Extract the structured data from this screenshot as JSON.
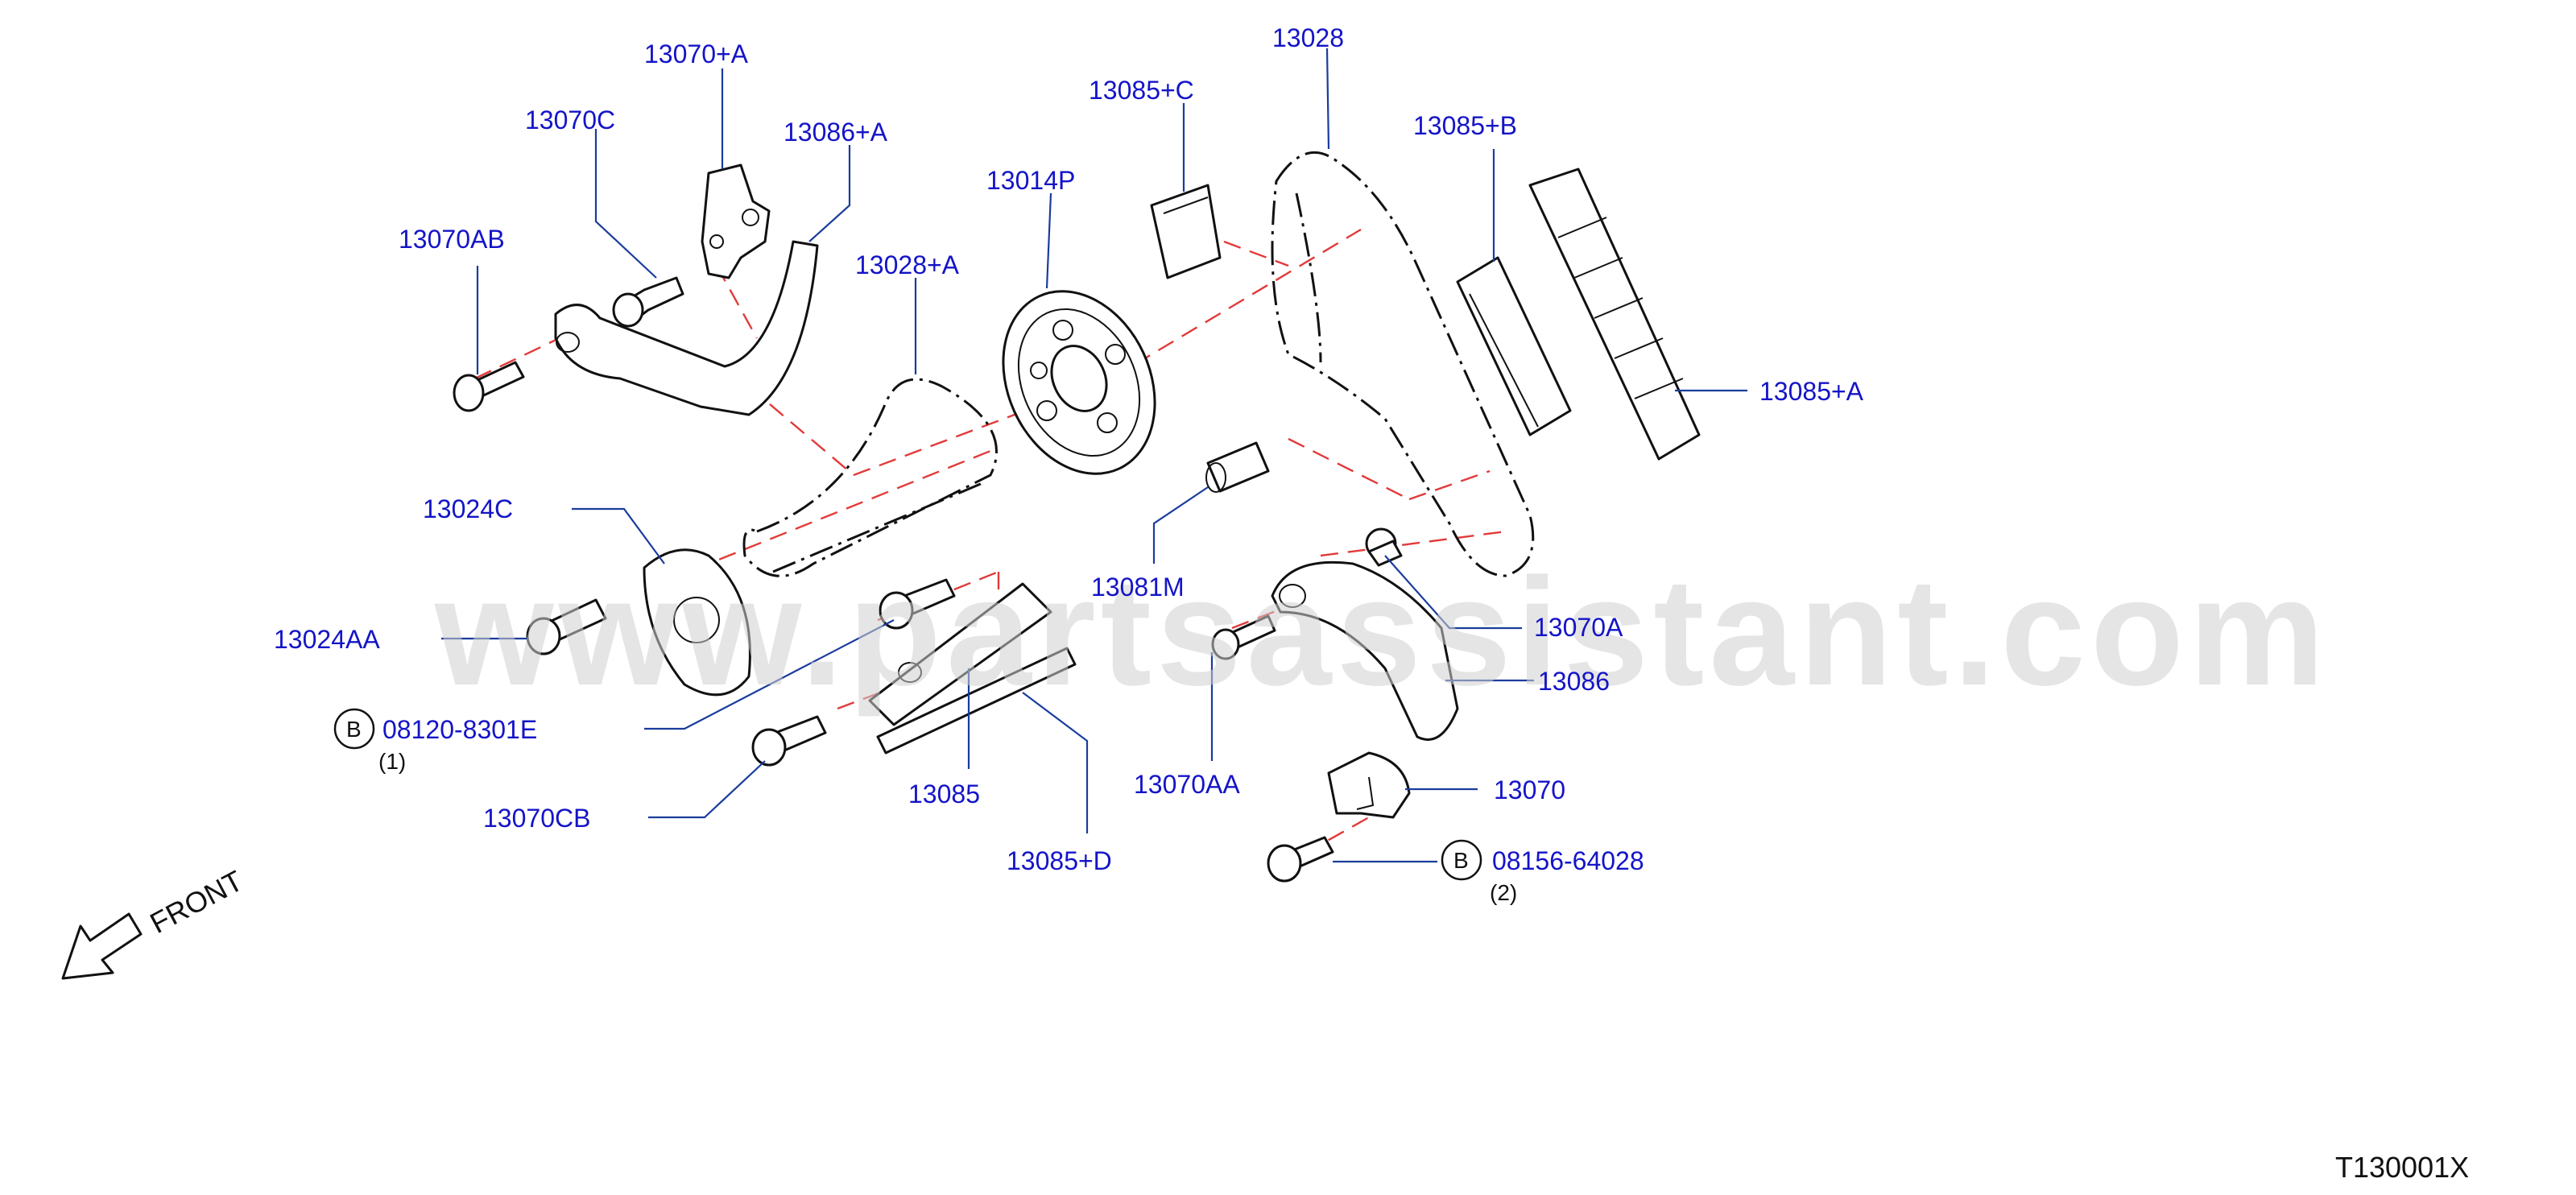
{
  "watermark": "www.partsassistant.com",
  "diagram_code": "T130001X",
  "front_indicator": "FRONT",
  "parts": [
    {
      "id": "13070+A",
      "label": "13070+A"
    },
    {
      "id": "13070C",
      "label": "13070C"
    },
    {
      "id": "13086+A",
      "label": "13086+A"
    },
    {
      "id": "13070AB",
      "label": "13070AB"
    },
    {
      "id": "13028+A",
      "label": "13028+A"
    },
    {
      "id": "13014P",
      "label": "13014P"
    },
    {
      "id": "13085+C",
      "label": "13085+C"
    },
    {
      "id": "13028",
      "label": "13028"
    },
    {
      "id": "13085+B",
      "label": "13085+B"
    },
    {
      "id": "13085+A",
      "label": "13085+A"
    },
    {
      "id": "13024C",
      "label": "13024C"
    },
    {
      "id": "13024AA",
      "label": "13024AA"
    },
    {
      "id": "08120-8301E",
      "label": "08120-8301E",
      "badge": "B",
      "qty_note": "(1)"
    },
    {
      "id": "13070CB",
      "label": "13070CB"
    },
    {
      "id": "13085",
      "label": "13085"
    },
    {
      "id": "13085+D",
      "label": "13085+D"
    },
    {
      "id": "13081M",
      "label": "13081M"
    },
    {
      "id": "13070A",
      "label": "13070A"
    },
    {
      "id": "13086",
      "label": "13086"
    },
    {
      "id": "13070AA",
      "label": "13070AA"
    },
    {
      "id": "13070",
      "label": "13070"
    },
    {
      "id": "08156-64028",
      "label": "08156-64028",
      "badge": "B",
      "qty_note": "(2)"
    }
  ],
  "colors": {
    "label_blue": "#1414c8",
    "leader_blue": "#1a3c9c",
    "centerline_red": "#e23a3a",
    "part_stroke": "#111111",
    "watermark_gray": "#cfcfcf"
  }
}
